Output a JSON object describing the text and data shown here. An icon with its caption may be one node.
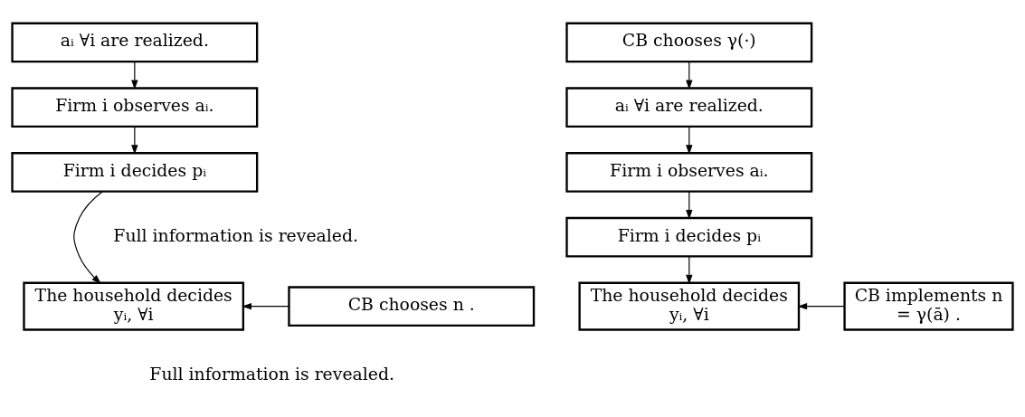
{
  "diagram": {
    "nodes": [
      {
        "text": [
          "aᵢ ∀i are realized."
        ]
      },
      {
        "text": [
          "Firm i observes aᵢ."
        ]
      },
      {
        "text": [
          "Firm i decides pᵢ"
        ]
      },
      {
        "text": [
          "The household decides yᵢ, ∀i"
        ]
      },
      {
        "text": [
          "CB chooses n ."
        ]
      },
      {
        "text": [
          "CB chooses γ(·)"
        ]
      },
      {
        "text": [
          "aᵢ ∀i are realized."
        ]
      },
      {
        "text": [
          "Firm i observes aᵢ."
        ]
      },
      {
        "text": [
          "Firm i decides pᵢ"
        ]
      },
      {
        "text": [
          "The household decides yᵢ, ∀i"
        ]
      },
      {
        "text": [
          "CB implements n = γ(ā) ."
        ]
      }
    ],
    "edges": [
      {
        "from": 0,
        "to": 1,
        "arrow": "to"
      },
      {
        "from": 1,
        "to": 2,
        "arrow": "to"
      },
      {
        "from": 2,
        "to": 3,
        "arrow": "to"
      },
      {
        "from": 4,
        "to": 3,
        "arrow": "to"
      },
      {
        "from": 5,
        "to": 6,
        "arrow": "to"
      },
      {
        "from": 6,
        "to": 7,
        "arrow": "to"
      },
      {
        "from": 7,
        "to": 8,
        "arrow": "to"
      },
      {
        "from": 8,
        "to": 9,
        "arrow": "to"
      },
      {
        "from": 10,
        "to": 9,
        "arrow": "to"
      }
    ],
    "labels": [
      "Full information is revealed.",
      "Full information is revealed."
    ]
  }
}
